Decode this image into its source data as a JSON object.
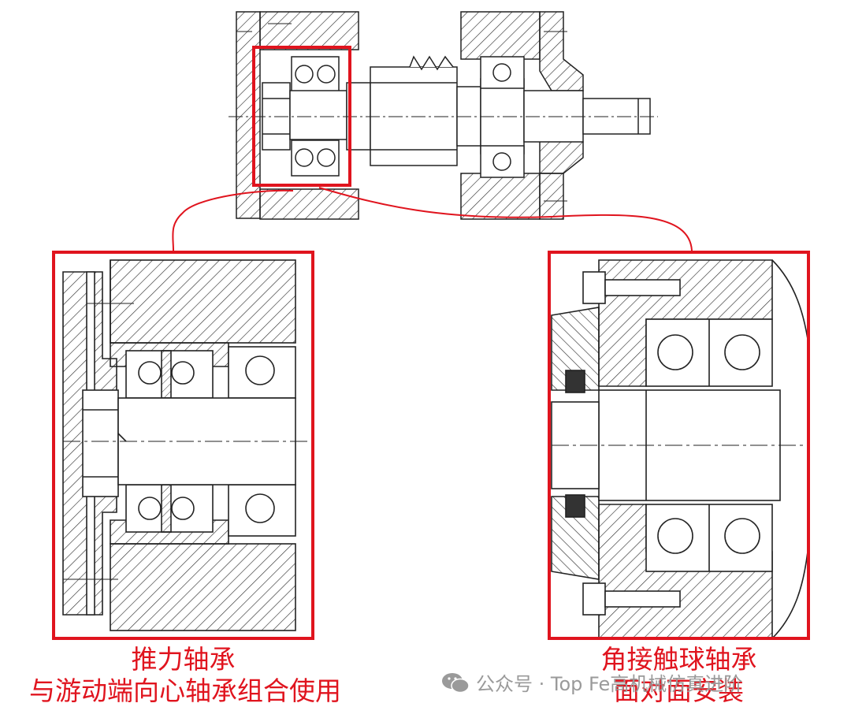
{
  "captions": {
    "left_line1": "推力轴承",
    "left_line2": "与游动端向心轴承组合使用",
    "right_line1": "角接触球轴承",
    "right_line2": "面对面安装"
  },
  "watermark": {
    "text": "公众号 · Top Fe高机械仿真进阶",
    "icon": "wechat-icon"
  },
  "colors": {
    "highlight": "#e0141e",
    "line": "#222222",
    "watermark": "#9a9a9a"
  }
}
